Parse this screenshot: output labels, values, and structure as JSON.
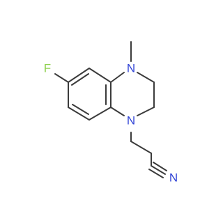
{
  "molecule": {
    "atoms": {
      "fluorine": "F",
      "nitrogen_methyl": "N",
      "nitrogen_chain": "N",
      "nitrile_nitrogen": "N"
    },
    "colors": {
      "bond": "#3b3b3b",
      "fluorine": "#8fd14f",
      "nitrogen": "#3144d6"
    }
  }
}
